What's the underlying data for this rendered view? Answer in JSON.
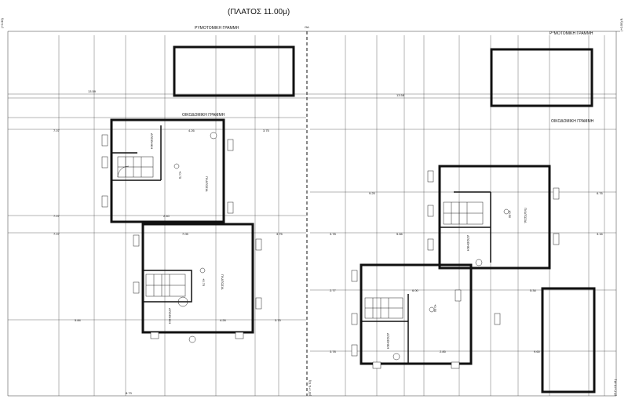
{
  "title": "(ΠΛΑΤΟΣ 11.00μ)",
  "labels": {
    "street_line_left": "ΡΥΜΟΤΟΜΙΚΗ ΓΡΑΜΜΗ",
    "street_line_right": "Ρ^ΜΟΤΟΜΙΚΗ ΓΡΑΜΜΗ",
    "building_line_left": "ΟΙΚΟΔΟΜΙΚΗ ΓΡΑΜΜΗ",
    "building_line_right": "ΟΙΚΟΔΟΜΙΚΗ ΓΡΑΜΜΗ",
    "room_label": "ΠΛΑΤΩΣΙΑ",
    "opening_label": "ΑΠΟΘΗΚΗ",
    "center_mark": "ΟΔ",
    "elev_a": "+0.75",
    "elev_b": "+0.50",
    "edge_top_left": "(+0.30)",
    "edge_top_right": "(+0.56) Β",
    "edge_bottom_mid": "(ΕΓ=+0.70)",
    "edge_bottom_right": "(Ε.Γ=+0.41)"
  },
  "dims": {
    "d_13_59": "13.59",
    "d_13_58": "13.58",
    "d_4_26": "4.26",
    "d_3_75": "3.75",
    "d_7_07": "7.07",
    "d_7_05": "7.05",
    "d_2_40": "2.40",
    "d_1_80": "1.80",
    "d_5_84": "5.84",
    "d_3_78": "3.78",
    "d_5_66": "5.66",
    "d_9_25": "9.25",
    "d_6_76": "6.76",
    "d_2_77": "2.77",
    "d_2_85": "2.85",
    "d_5_34": "5.34",
    "d_6_00": "6.00",
    "d_3_16": "3.16",
    "d_8_73": "8.73",
    "d_9_60": "9.60"
  }
}
